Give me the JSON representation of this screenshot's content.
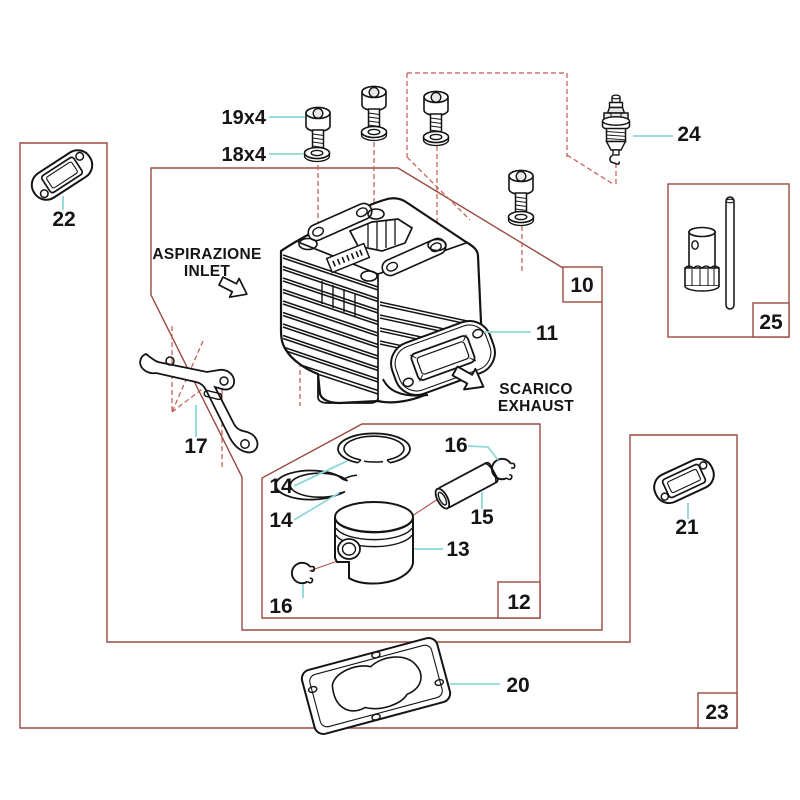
{
  "colors": {
    "background": "#ffffff",
    "box_solid": "#9a4b42",
    "box_dashed": "#c3594e",
    "red_leader": "#b3544a",
    "leader": "#8fd8d8",
    "ink": "#151515",
    "metal_shade": "#e8e8e8"
  },
  "annotations": {
    "inlet_line1": "ASPIRAZIONE",
    "inlet_line2": "INLET",
    "exhaust_line1": "SCARICO",
    "exhaust_line2": "EXHAUST"
  },
  "callouts": {
    "screw_qty": "19x4",
    "washer_qty": "18x4",
    "gasket_inlet": "22",
    "spark_plug": "24",
    "cylinder": "11",
    "bracket": "17",
    "ring_top": "14",
    "ring_bottom": "14",
    "clip_top": "16",
    "pin": "15",
    "piston": "13",
    "clip_bottom": "16",
    "gasket_exhaust": "21",
    "gasket_base": "20"
  },
  "group_boxes": {
    "cylinder_kit": "10",
    "piston_kit": "12",
    "gasket_kit": "23",
    "tool_kit": "25"
  }
}
